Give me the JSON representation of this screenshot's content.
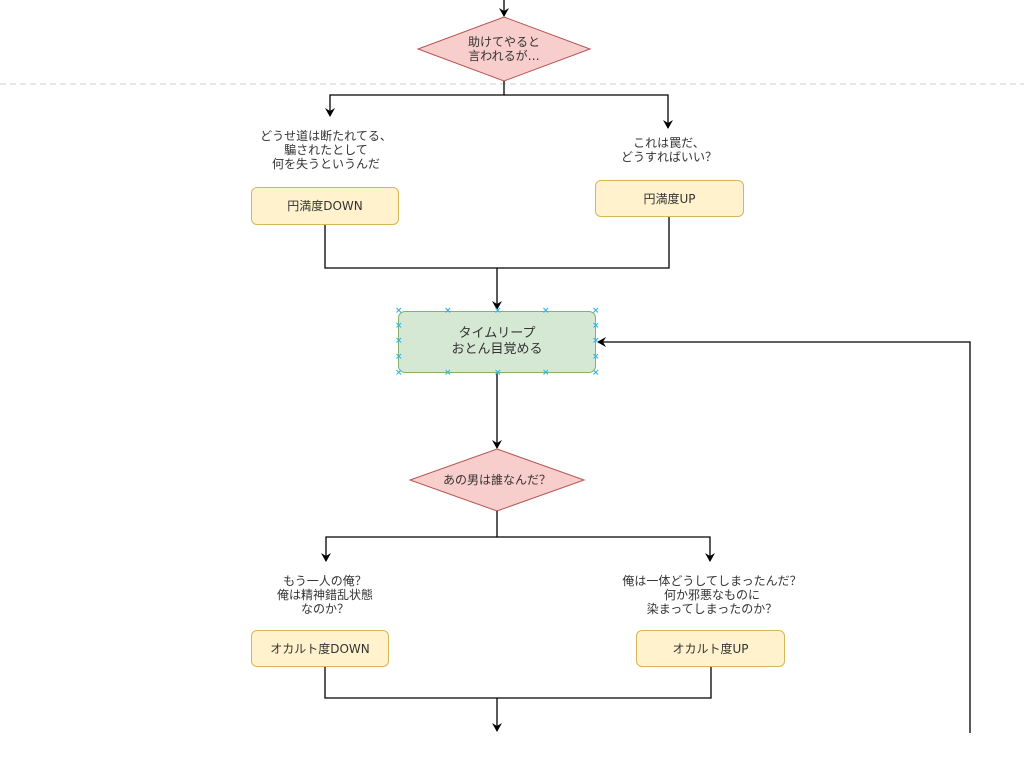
{
  "diagram": {
    "colors": {
      "decision_fill": "#f8cecc",
      "decision_stroke": "#b85450",
      "process_fill": "#fff2cc",
      "process_stroke": "#d6b656",
      "start_fill": "#d5e8d4",
      "start_stroke": "#82b366",
      "edge": "#000000",
      "page_break": "#cccccc",
      "selection_handle": "#29b6f2"
    },
    "decision1": {
      "text": "助けてやると\n言われるが…"
    },
    "branch1": {
      "left": {
        "label": "どうせ道は断たれてる、\n騙されたとして\n何を失うというんだ",
        "outcome": "円満度DOWN"
      },
      "right": {
        "label": "これは罠だ、\nどうすればいい？",
        "outcome": "円満度UP"
      }
    },
    "event": {
      "text": "タイムリープ\nおとん目覚める",
      "selected": true
    },
    "decision2": {
      "text": "あの男は誰なんだ？"
    },
    "branch2": {
      "left": {
        "label": "もう一人の俺？\n俺は精神錯乱状態\nなのか？",
        "outcome": "オカルト度DOWN"
      },
      "right": {
        "label": "俺は一体どうしてしまったんだ？\n何か邪悪なものに\n染まってしまったのか？",
        "outcome": "オカルト度UP"
      }
    }
  }
}
